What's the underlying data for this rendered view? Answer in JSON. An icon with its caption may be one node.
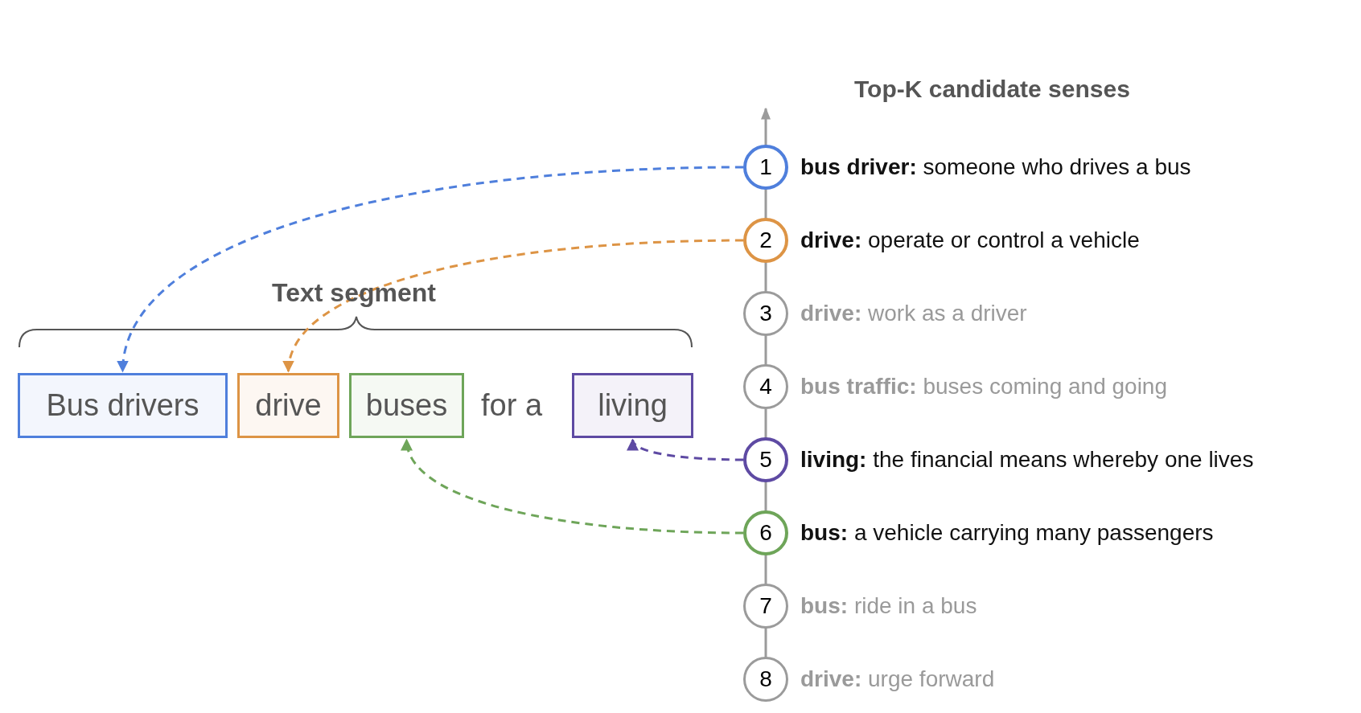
{
  "diagram": {
    "nodes": [
      {
        "text": [
          "Bus drivers"
        ]
      },
      {
        "text": [
          "drive"
        ]
      },
      {
        "text": [
          "buses"
        ]
      },
      {
        "text": [
          "living"
        ]
      },
      {
        "text": [
          "1"
        ],
        "beside": [
          "**bus driver:** someone who drives a bus"
        ]
      },
      {
        "text": [
          "2"
        ],
        "beside": [
          "**drive:** operate or control a vehicle"
        ]
      },
      {
        "text": [
          "3"
        ],
        "beside": [
          "**drive:** work as a driver"
        ]
      },
      {
        "text": [
          "4"
        ],
        "beside": [
          "**bus traffic:** buses coming and going"
        ]
      },
      {
        "text": [
          "5"
        ],
        "beside": [
          "**living:** the financial means whereby one lives"
        ]
      },
      {
        "text": [
          "6"
        ],
        "beside": [
          "**bus:** a vehicle carrying many passengers"
        ]
      },
      {
        "text": [
          "7"
        ],
        "beside": [
          "**bus:** ride in a bus"
        ]
      },
      {
        "text": [
          "8"
        ],
        "beside": [
          "**drive:** urge forward"
        ]
      }
    ],
    "edges": [
      {
        "from": 4,
        "to": 0,
        "arrow": "to",
        "style": "dashed",
        "color": "#4f7fdc"
      },
      {
        "from": 5,
        "to": 1,
        "arrow": "to",
        "style": "dashed",
        "color": "#dd9445"
      },
      {
        "from": 8,
        "to": 3,
        "arrow": "to",
        "style": "dashed",
        "color": "#5e4aa3"
      },
      {
        "from": 9,
        "to": 2,
        "arrow": "to",
        "style": "dashed",
        "color": "#6ea559"
      }
    ],
    "labels": [
      "Top-K candidate senses",
      "Text segment",
      "for a"
    ]
  }
}
